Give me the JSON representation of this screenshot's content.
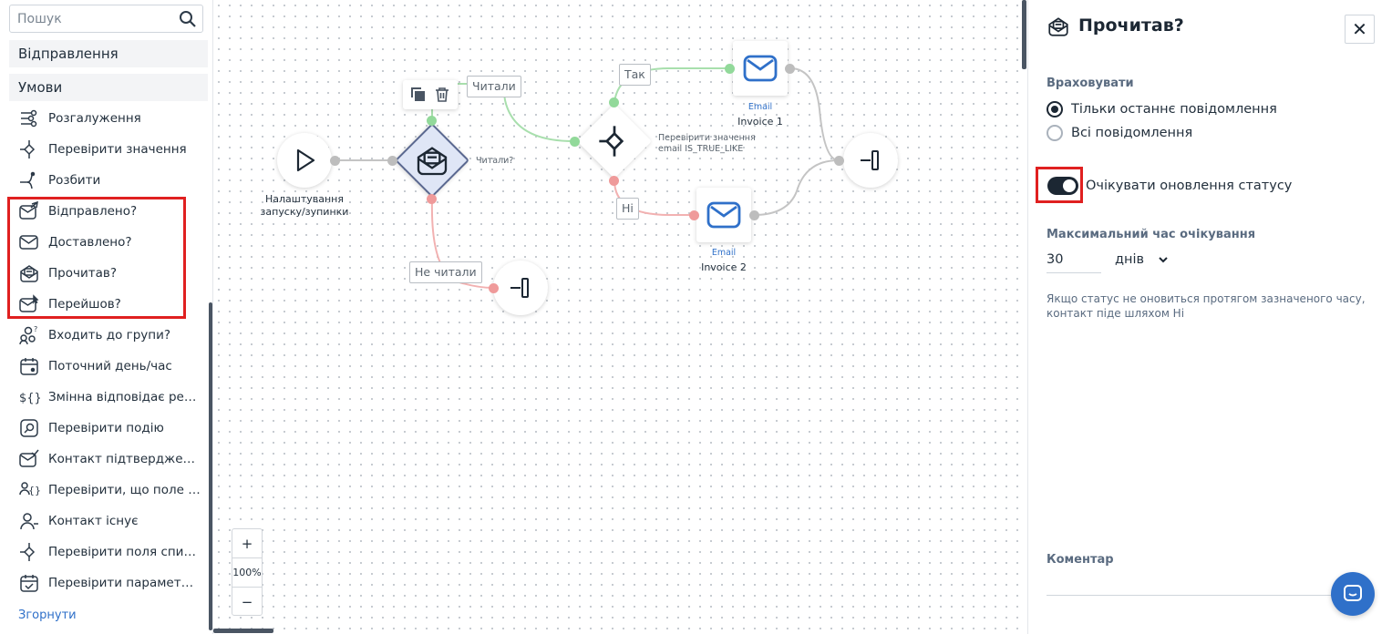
{
  "sidebar": {
    "search_placeholder": "Пошук",
    "section_send": "Відправлення",
    "section_conditions": "Умови",
    "items": [
      {
        "label": "Розгалуження",
        "icon": "branch-icon"
      },
      {
        "label": "Перевірити значення",
        "icon": "check-value-icon"
      },
      {
        "label": "Розбити",
        "icon": "split-icon"
      },
      {
        "label": "Відправлено?",
        "icon": "sent-envelope-icon"
      },
      {
        "label": "Доставлено?",
        "icon": "delivered-envelope-icon"
      },
      {
        "label": "Прочитав?",
        "icon": "read-envelope-icon"
      },
      {
        "label": "Перейшов?",
        "icon": "clicked-envelope-icon"
      },
      {
        "label": "Входить до групи?",
        "icon": "group-icon"
      },
      {
        "label": "Поточний день/час",
        "icon": "calendar-icon"
      },
      {
        "label": "Змінна відповідає регу...",
        "icon": "variable-icon"
      },
      {
        "label": "Перевірити подію",
        "icon": "event-search-icon"
      },
      {
        "label": "Контакт підтверджений",
        "icon": "confirmed-icon"
      },
      {
        "label": "Перевірити, що поле к...",
        "icon": "field-check-icon"
      },
      {
        "label": "Контакт існує",
        "icon": "contact-icon"
      },
      {
        "label": "Перевірити поля списк...",
        "icon": "list-fields-icon"
      },
      {
        "label": "Перевірити параметр ...",
        "icon": "param-calendar-icon"
      }
    ],
    "collapse_label": "Згорнути"
  },
  "canvas": {
    "start_node_caption_line1": "Налаштування",
    "start_node_caption_line2": "запуску/зупинки",
    "read_node_side_label": "Читали?",
    "edge_read": "Читали",
    "edge_not_read": "Не читали",
    "edge_yes": "Так",
    "edge_no": "Ні",
    "check_node_caption_line1": "Перевірити значення",
    "check_node_caption_line2": "email IS_TRUE_LIKE",
    "email1_type": "Email",
    "email1_name": "Invoice 1",
    "email2_type": "Email",
    "email2_name": "Invoice 2",
    "zoom_in": "+",
    "zoom_level": "100%",
    "zoom_out": "−"
  },
  "panel": {
    "title": "Прочитав?",
    "close": "✕",
    "consider_label": "Враховувати",
    "radio_last": "Тільки останнє повідомлення",
    "radio_all": "Всі повідомлення",
    "radio_selected": "last",
    "toggle_label": "Очікувати оновлення статусу",
    "toggle_on": true,
    "max_wait_label": "Максимальний час очікування",
    "max_wait_value": "30",
    "max_wait_unit": "днів",
    "hint_line1": "Якщо статус не оновиться протягом зазначеного часу,",
    "hint_line2": "контакт піде шляхом Ні",
    "comment_label": "Коментар"
  },
  "colors": {
    "accent": "#2f70c9",
    "highlight": "#e02020",
    "yes_wire": "#92d99a",
    "no_wire": "#ef9a9a"
  }
}
